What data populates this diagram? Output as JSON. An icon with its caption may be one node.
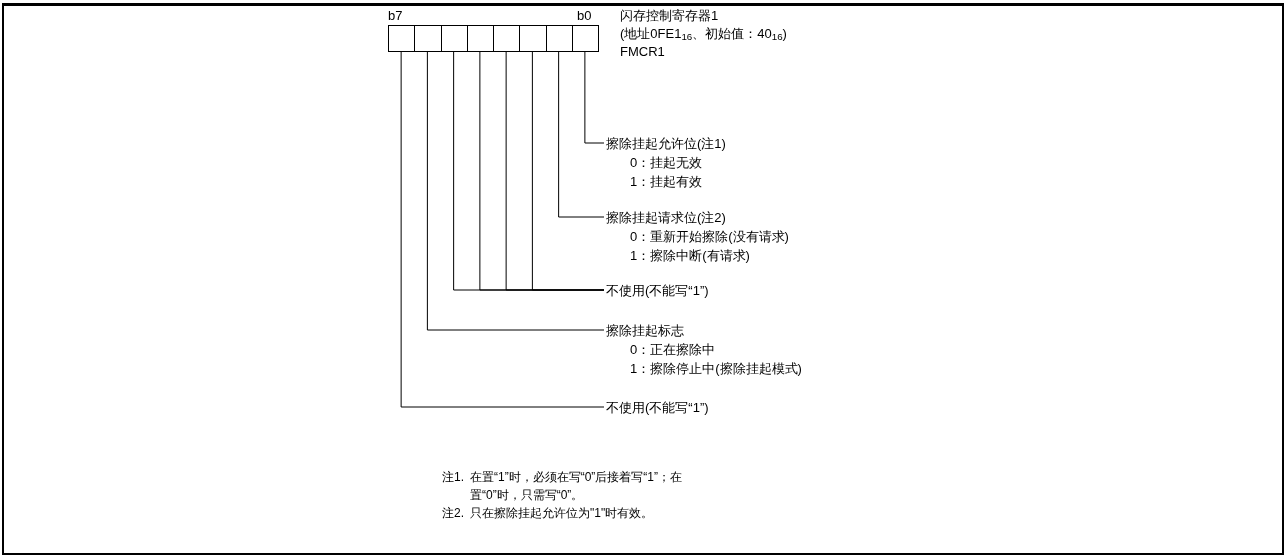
{
  "diagram": {
    "nodes": [
      {
        "text": [],
        "shape": "box"
      },
      {
        "text": [],
        "shape": "box"
      },
      {
        "text": [],
        "shape": "box"
      },
      {
        "text": [],
        "shape": "box"
      },
      {
        "text": [],
        "shape": "box"
      },
      {
        "text": [],
        "shape": "box"
      },
      {
        "text": [],
        "shape": "box"
      },
      {
        "text": [],
        "shape": "box"
      },
      {
        "text": [
          "擦除挂起允许位(注1)",
          "0：挂起无效",
          "1：挂起有效"
        ]
      },
      {
        "text": [
          "擦除挂起请求位(注2)",
          "0：重新开始擦除(没有请求)",
          "1：擦除中断(有请求)"
        ]
      },
      {
        "text": [
          "不使用(不能写“1”)"
        ]
      },
      {
        "text": [
          "擦除挂起标志",
          "0：正在擦除中",
          "1：擦除停止中(擦除挂起模式)"
        ]
      },
      {
        "text": [
          "不使用(不能写“1”)"
        ]
      }
    ],
    "edges": [
      {
        "from": 8,
        "to": 7,
        "arrow": "none"
      },
      {
        "from": 9,
        "to": 6,
        "arrow": "none"
      },
      {
        "from": 10,
        "to": 5,
        "arrow": "none"
      },
      {
        "from": 10,
        "to": 4,
        "arrow": "none"
      },
      {
        "from": 10,
        "to": 3,
        "arrow": "none"
      },
      {
        "from": 10,
        "to": 2,
        "arrow": "none"
      },
      {
        "from": 11,
        "to": 1,
        "arrow": "none"
      },
      {
        "from": 12,
        "to": 0,
        "arrow": "none"
      }
    ],
    "labels": [
      "b7",
      "b0",
      "闪存控制寄存器1",
      "(地址0FE1$_{16}$、初始值：40$_{16}$)",
      "FMCR1",
      "注1.",
      "在置“1”时，必须在写“0”后接着写“1”；在置“0”时，只需写“0”。",
      "注2.",
      "只在擦除挂起允许位为\"1\"时有效。"
    ]
  }
}
